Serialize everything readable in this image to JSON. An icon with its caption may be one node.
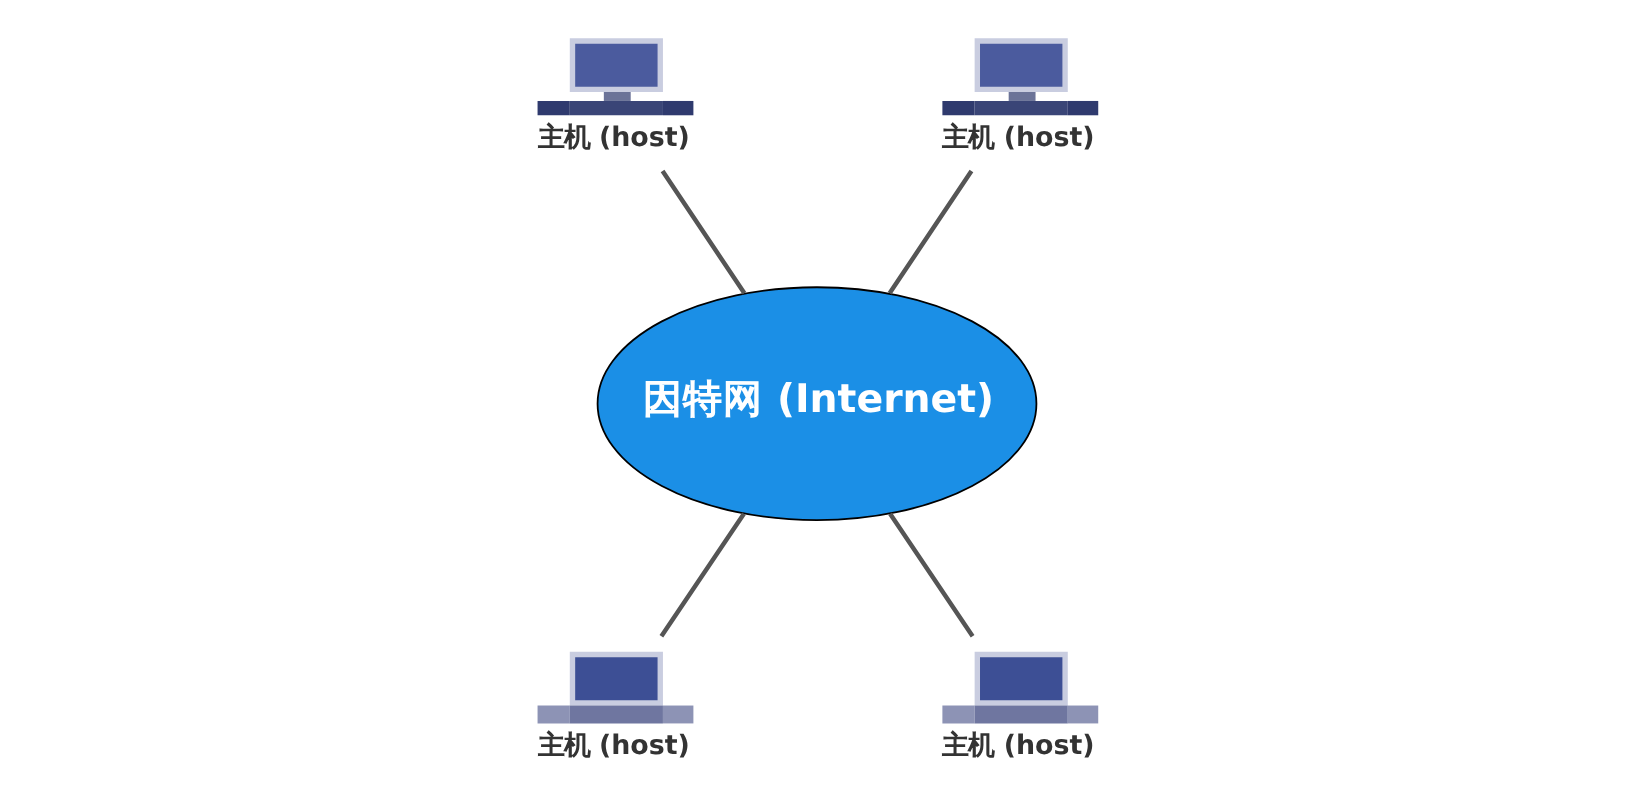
{
  "diagram": {
    "nodes": [
      {
        "text": [
          "因特网 (Internet)"
        ]
      },
      {
        "text": [],
        "shape": "picture",
        "beside": [
          "主机 (host)"
        ]
      },
      {
        "text": [],
        "shape": "picture",
        "beside": [
          "主机 (host)"
        ]
      },
      {
        "text": [],
        "shape": "picture",
        "beside": [
          "主机 (host)"
        ]
      },
      {
        "text": [],
        "shape": "picture",
        "beside": [
          "主机 (host)"
        ]
      }
    ],
    "edges": [
      {
        "from": 0,
        "to": 1,
        "arrow": "none"
      },
      {
        "from": 0,
        "to": 2,
        "arrow": "none"
      },
      {
        "from": 0,
        "to": 3,
        "arrow": "none"
      },
      {
        "from": 0,
        "to": 4,
        "arrow": "none"
      }
    ]
  }
}
